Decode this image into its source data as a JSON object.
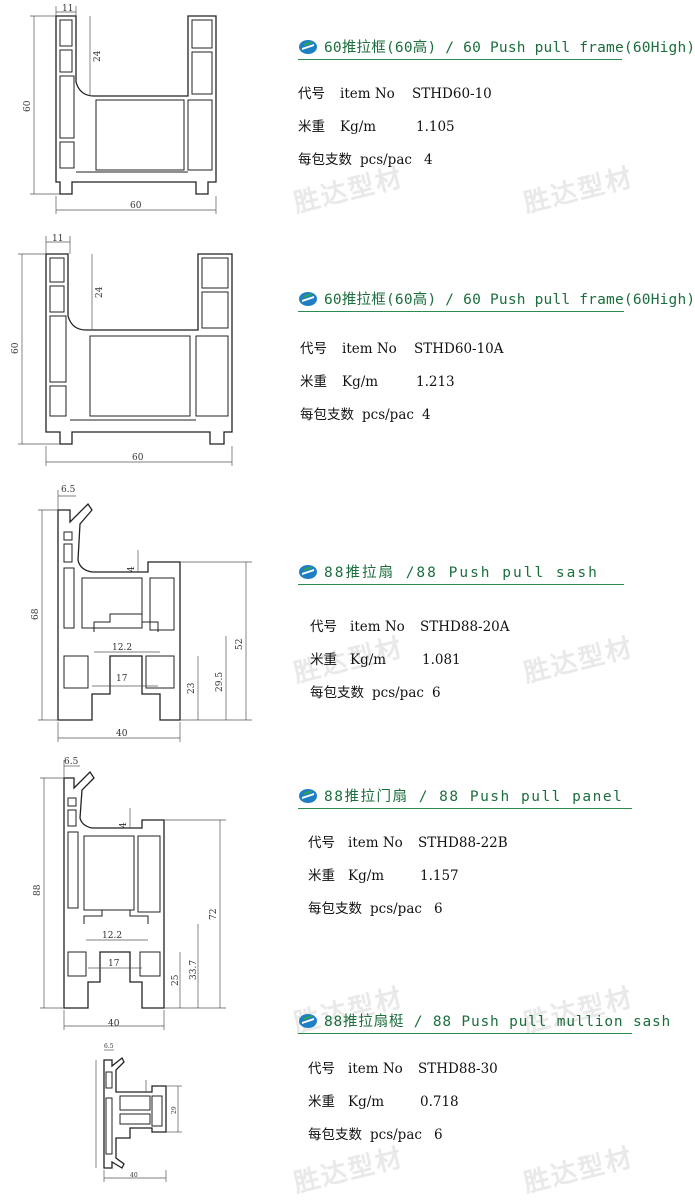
{
  "watermark": "胜达型材",
  "profiles": [
    {
      "title": "60推拉框(60高) / 60 Push pull frame(60High)",
      "code_label": "代号",
      "item_label": "item No",
      "item_no": "STHD60-10",
      "weight_label": "米重",
      "weight_unit": "Kg/m",
      "weight": "1.105",
      "pack_label": "每包支数",
      "pack_unit": "pcs/pac",
      "pack": "4",
      "dims": {
        "top": "11",
        "inner": "24",
        "height": "60",
        "width": "60"
      }
    },
    {
      "title": "60推拉框(60高) / 60 Push pull frame(60High)",
      "code_label": "代号",
      "item_label": "item No",
      "item_no": "STHD60-10A",
      "weight_label": "米重",
      "weight_unit": "Kg/m",
      "weight": "1.213",
      "pack_label": "每包支数",
      "pack_unit": "pcs/pac",
      "pack": "4",
      "dims": {
        "top": "11",
        "inner": "24",
        "height": "60",
        "width": "60"
      }
    },
    {
      "title": "88推拉扇 /88 Push pull sash",
      "code_label": "代号",
      "item_label": "item No",
      "item_no": "STHD88-20A",
      "weight_label": "米重",
      "weight_unit": "Kg/m",
      "weight": "1.081",
      "pack_label": "每包支数",
      "pack_unit": "pcs/pac",
      "pack": "6",
      "dims": {
        "top": "6.5",
        "small": "4",
        "height": "68",
        "right": "52",
        "mid1": "12.2",
        "mid2": "17",
        "v1": "23",
        "v2": "29.5",
        "width": "40"
      }
    },
    {
      "title": "88推拉门扇 / 88 Push pull panel",
      "code_label": "代号",
      "item_label": "item No",
      "item_no": "STHD88-22B",
      "weight_label": "米重",
      "weight_unit": "Kg/m",
      "weight": "1.157",
      "pack_label": "每包支数",
      "pack_unit": "pcs/pac",
      "pack": "6",
      "dims": {
        "top": "6.5",
        "small": "4",
        "height": "88",
        "right": "72",
        "mid1": "12.2",
        "mid2": "17",
        "v1": "25",
        "v2": "33.7",
        "width": "40"
      }
    },
    {
      "title": "88推拉扇梃 / 88 Push pull mullion sash",
      "code_label": "代号",
      "item_label": "item No",
      "item_no": "STHD88-30",
      "weight_label": "米重",
      "weight_unit": "Kg/m",
      "weight": "0.718",
      "pack_label": "每包支数",
      "pack_unit": "pcs/pac",
      "pack": "6",
      "dims": {
        "top": "6.5",
        "width": "40",
        "right": "29"
      }
    }
  ]
}
